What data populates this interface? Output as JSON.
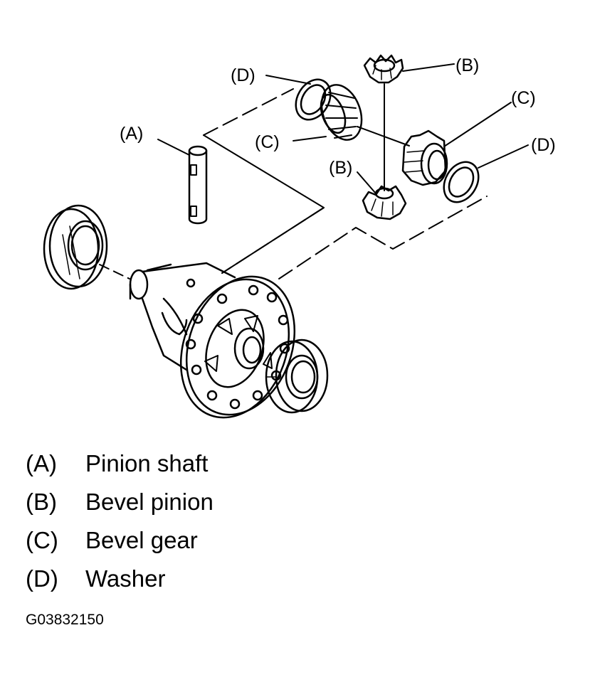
{
  "callouts": {
    "a": "(A)",
    "b_top": "(B)",
    "b_mid": "(B)",
    "c_right": "(C)",
    "c_left": "(C)",
    "d_left": "(D)",
    "d_right": "(D)"
  },
  "legend": [
    {
      "key": "(A)",
      "text": "Pinion shaft"
    },
    {
      "key": "(B)",
      "text": "Bevel pinion"
    },
    {
      "key": "(C)",
      "text": "Bevel gear"
    },
    {
      "key": "(D)",
      "text": "Washer"
    }
  ],
  "figure_id": "G03832150",
  "colors": {
    "line": "#000000",
    "background": "#ffffff"
  }
}
